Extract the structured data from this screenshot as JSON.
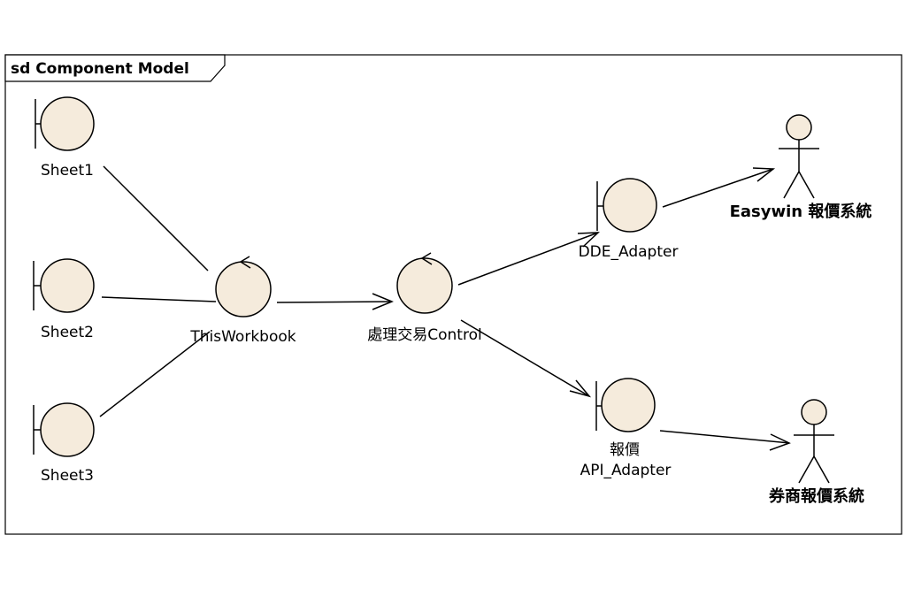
{
  "frame": {
    "title": "sd Component Model"
  },
  "nodes": {
    "sheet1": {
      "label": "Sheet1",
      "kind": "boundary"
    },
    "sheet2": {
      "label": "Sheet2",
      "kind": "boundary"
    },
    "sheet3": {
      "label": "Sheet3",
      "kind": "boundary"
    },
    "thisWorkbook": {
      "label": "ThisWorkbook",
      "kind": "control"
    },
    "tradeControl": {
      "label": "處理交易Control",
      "kind": "control"
    },
    "ddeAdapter": {
      "label": "DDE_Adapter",
      "kind": "boundary"
    },
    "apiAdapter": {
      "label_line1": "報價",
      "label_line2": "API_Adapter",
      "kind": "boundary"
    },
    "easywin": {
      "label": "Easywin 報價系統",
      "kind": "actor"
    },
    "brokerQuote": {
      "label": "券商報價系統",
      "kind": "actor"
    }
  },
  "connections": [
    {
      "from": "Sheet1",
      "to": "ThisWorkbook",
      "arrow": false
    },
    {
      "from": "Sheet2",
      "to": "ThisWorkbook",
      "arrow": false
    },
    {
      "from": "Sheet3",
      "to": "ThisWorkbook",
      "arrow": false
    },
    {
      "from": "ThisWorkbook",
      "to": "處理交易Control",
      "arrow": true
    },
    {
      "from": "處理交易Control",
      "to": "DDE_Adapter",
      "arrow": true
    },
    {
      "from": "處理交易Control",
      "to": "API_Adapter",
      "arrow": true
    },
    {
      "from": "DDE_Adapter",
      "to": "Easywin 報價系統",
      "arrow": true
    },
    {
      "from": "API_Adapter",
      "to": "券商報價系統",
      "arrow": true
    }
  ],
  "colors": {
    "node_fill": "#f5ebdc",
    "stroke": "#000000",
    "background": "#ffffff"
  }
}
